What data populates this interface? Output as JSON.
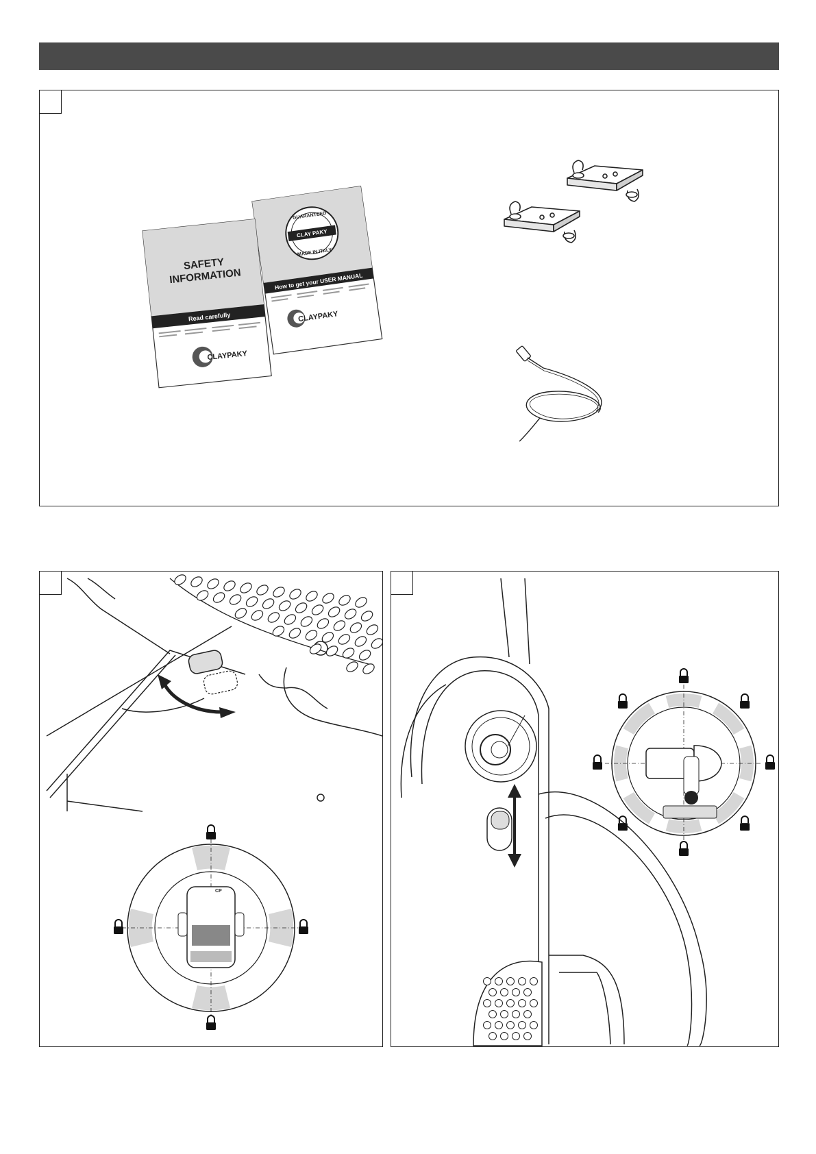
{
  "section_header": {
    "color": "#4a4a4a"
  },
  "panel_a": {
    "safety_booklet": {
      "title_line1": "SAFETY",
      "title_line2": "INFORMATION",
      "banner": "Read carefully",
      "logo": "CLAYPAKY"
    },
    "guarantee_booklet": {
      "seal_top": "GUARANTEED",
      "seal_center": "CLAY PAKY",
      "seal_bottom": "MADE IN ITALY",
      "banner": "How to get your USER MANUAL",
      "logo": "CLAYPAKY"
    },
    "accessories": [
      "omega-brackets",
      "power-cable"
    ]
  },
  "panel_b": {
    "icons": [
      "lock-icon",
      "lock-icon",
      "lock-icon",
      "lock-icon"
    ],
    "gauge_fill": "#d6d6d6"
  },
  "panel_c": {
    "icons": [
      "lock-icon",
      "lock-icon",
      "lock-icon",
      "lock-icon",
      "lock-icon",
      "lock-icon",
      "lock-icon",
      "lock-icon"
    ],
    "gauge_fill": "#d6d6d6"
  }
}
